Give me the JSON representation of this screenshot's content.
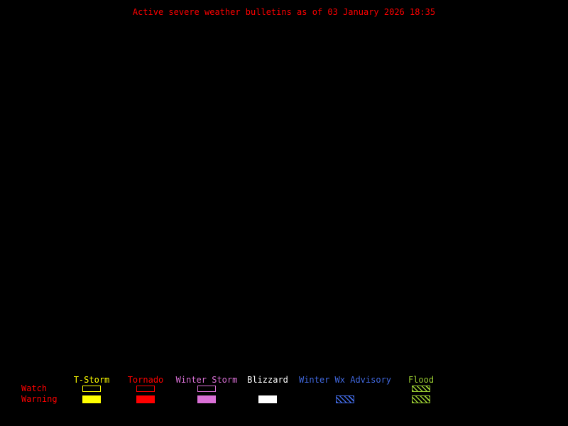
{
  "title": {
    "text": "Active severe weather bulletins as of 03 January 2026 18:35",
    "color": "#ff0000"
  },
  "legend": {
    "row_labels": {
      "watch": "Watch",
      "warning": "Warning",
      "color": "#ff0000"
    },
    "columns": [
      {
        "label": "T-Storm",
        "color": "#ffff00",
        "watch_style": "outline",
        "warning_style": "filled"
      },
      {
        "label": "Tornado",
        "color": "#ff0000",
        "watch_style": "outline",
        "warning_style": "filled"
      },
      {
        "label": "Winter Storm",
        "color": "#da70d6",
        "watch_style": "outline",
        "warning_style": "filled"
      },
      {
        "label": "Blizzard",
        "color": "#ffffff",
        "watch_style": "none",
        "warning_style": "filled"
      },
      {
        "label": "Winter Wx Advisory",
        "color": "#4169e1",
        "watch_style": "none",
        "warning_style": "hatched"
      },
      {
        "label": "Flood",
        "color": "#9acd32",
        "watch_style": "hatched",
        "warning_style": "hatched"
      }
    ]
  }
}
